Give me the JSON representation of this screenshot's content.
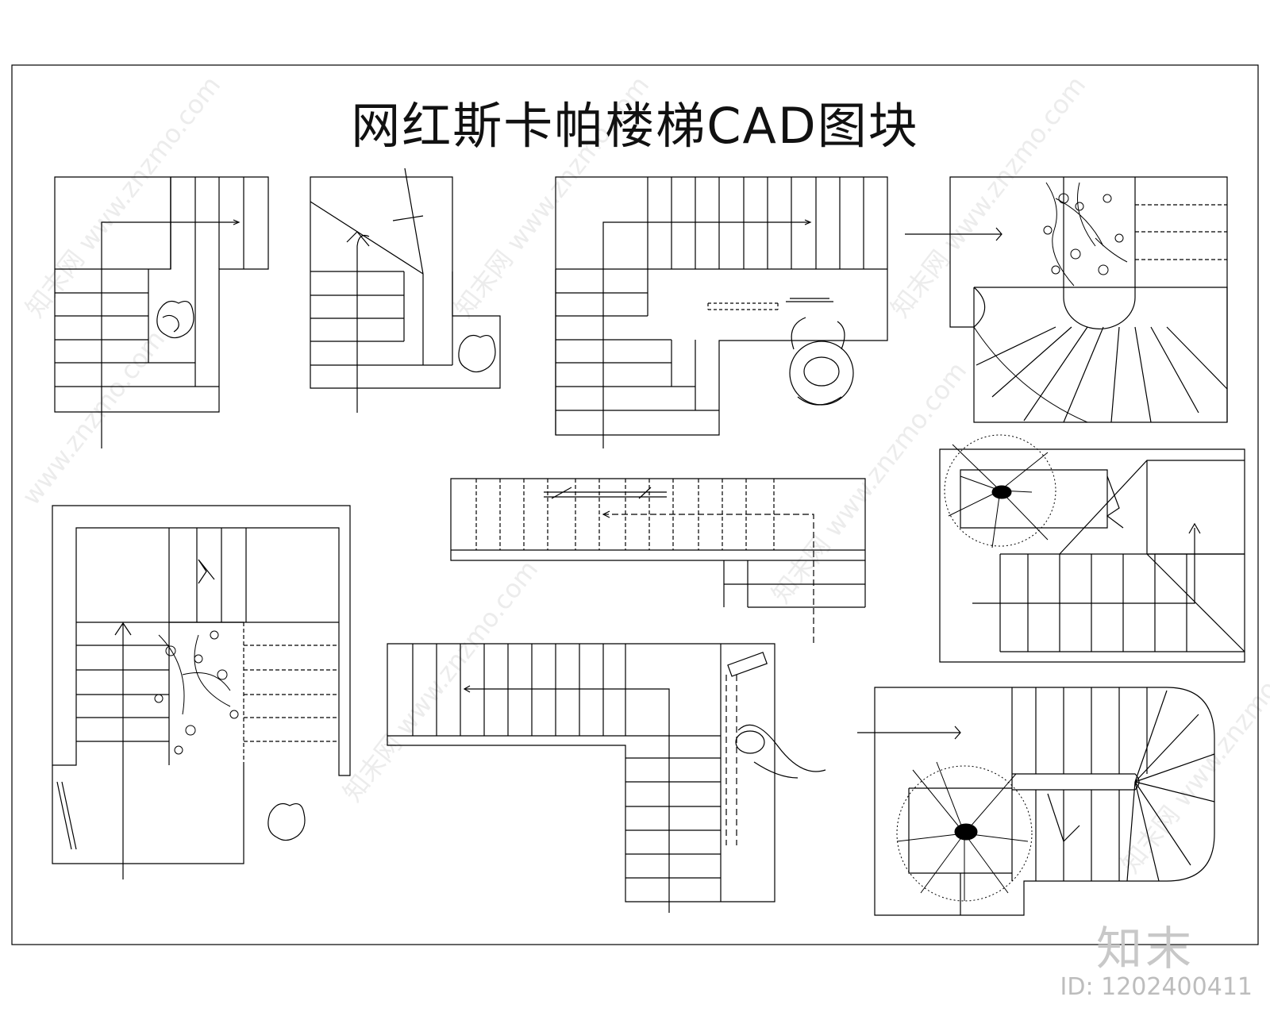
{
  "sheet": {
    "title": "网红斯卡帕楼梯CAD图块"
  },
  "footer": {
    "brand": "知末",
    "id_label": "ID: 1202400411"
  },
  "watermark": {
    "site_text": "www.znzmo.com",
    "brand_text": "知末网"
  },
  "drawings": [
    "L-shaped stair plan with rock",
    "L-shaped stair plan with break line",
    "long L-shaped stair plan with seated person",
    "curved stair plan with shrub",
    "half-landing stair plan with shrub",
    "straight stair plan with bench",
    "L-shaped stair plan with person",
    "stair plan with tree",
    "rounded stair plan with tree"
  ]
}
